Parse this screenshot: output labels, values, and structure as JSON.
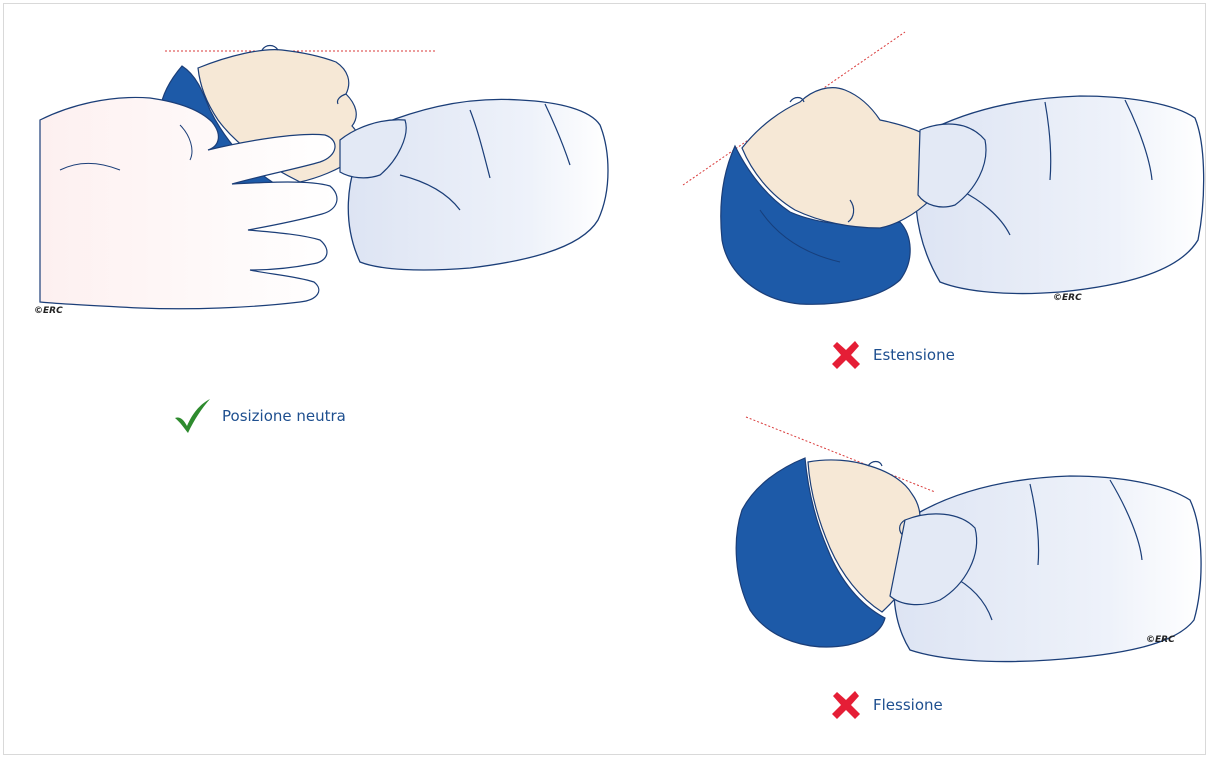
{
  "copyright": "©ERC",
  "panels": {
    "neutral": {
      "label": "Posizione neutra",
      "status_icon": "check-icon"
    },
    "extension": {
      "label": "Estensione",
      "status_icon": "x-icon"
    },
    "flexion": {
      "label": "Flessione",
      "status_icon": "x-icon"
    }
  },
  "colors": {
    "hat": "#1d5aa8",
    "skin": "#f6e8d6",
    "blanket": "#e3e9f5",
    "outline": "#1b3e78",
    "guide_line": "#d93a3a",
    "check": "#2e8b2e",
    "cross": "#e51e36",
    "caption_text": "#1e4f8f"
  }
}
